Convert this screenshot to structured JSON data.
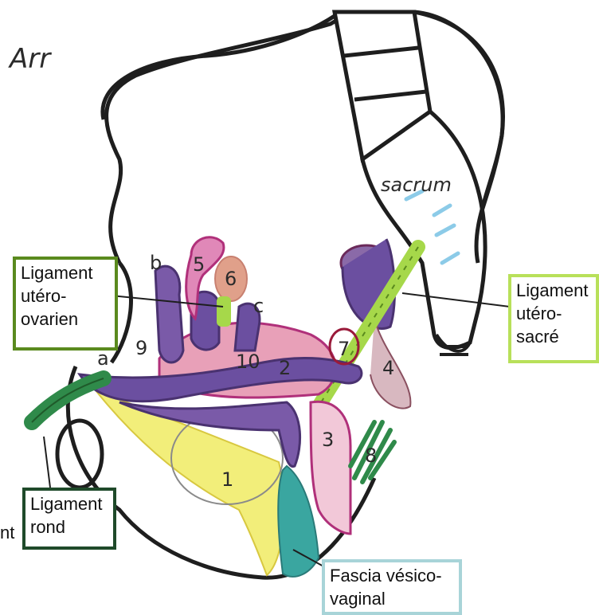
{
  "handwritten": {
    "title_fragment": "Arr",
    "sacrum": "sacrum",
    "numbers": [
      "1",
      "2",
      "3",
      "4",
      "5",
      "6",
      "7",
      "8",
      "9",
      "10"
    ],
    "letters": [
      "a",
      "b",
      "c"
    ]
  },
  "callouts": {
    "utero_ovarien": {
      "lines": [
        "Ligament",
        "utéro-",
        "ovarien"
      ],
      "border": "#5a8a1e"
    },
    "utero_sacre": {
      "lines": [
        "Ligament",
        "utéro-",
        "sacré"
      ],
      "border": "#b8e05a"
    },
    "rond": {
      "lines": [
        "Ligament",
        "rond"
      ],
      "border": "#1f4a2a"
    },
    "fascia": {
      "lines": [
        "Fascia vésico-",
        "vaginal"
      ],
      "border": "#a8d4d8"
    }
  },
  "edge_fragments": {
    "left_lower": "nt"
  },
  "colors": {
    "outline": "#1e1e1e",
    "purple": "#6b4fa0",
    "magenta": "#b0307a",
    "pink": "#e8a0b8",
    "yellow": "#f2ee7a",
    "teal": "#3aa6a0",
    "green": "#2f8a4a",
    "lime": "#a6d84a",
    "salmon": "#e0a08a",
    "blue_hatch": "#8ccbe8"
  }
}
